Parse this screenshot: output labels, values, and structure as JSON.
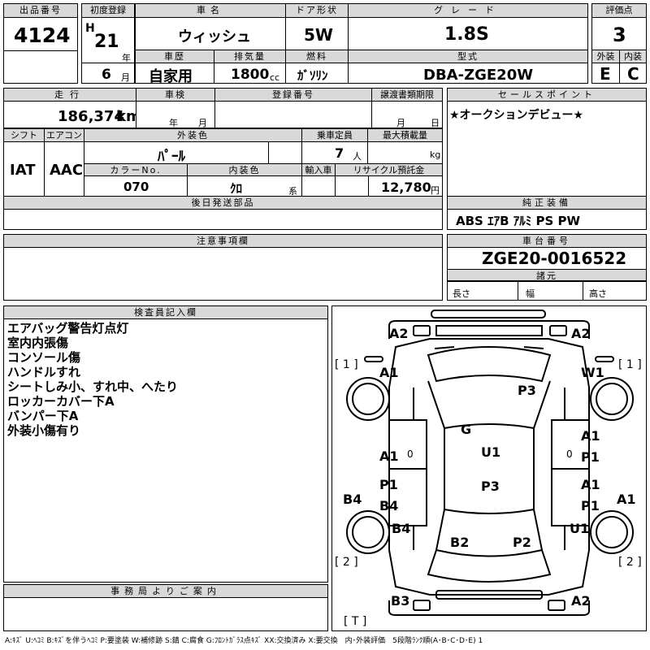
{
  "lot": {
    "label": "出品番号",
    "value": "4124"
  },
  "first_reg": {
    "label": "初度登録",
    "era": "H",
    "year": "21",
    "year_unit": "年",
    "month": "6",
    "month_unit": "月"
  },
  "car_name": {
    "label": "車名",
    "value": "ウィッシュ"
  },
  "door": {
    "label": "ドア形状",
    "value": "5W"
  },
  "grade": {
    "label": "グレード",
    "value": "1.8S"
  },
  "score": {
    "label": "評価点",
    "value": "3"
  },
  "history": {
    "label": "車歴",
    "value": "自家用"
  },
  "displacement": {
    "label": "排気量",
    "value": "1800",
    "unit": "cc"
  },
  "fuel": {
    "label": "燃料",
    "value": "ｶﾞｿﾘﾝ"
  },
  "model": {
    "label": "型式",
    "value": "DBA-ZGE20W"
  },
  "exterior_grade": {
    "label": "外装",
    "value": "E"
  },
  "interior_grade": {
    "label": "内装",
    "value": "C"
  },
  "mileage": {
    "label": "走行",
    "value": "186,374",
    "unit": "km"
  },
  "inspection": {
    "label": "車検",
    "year_unit": "年",
    "month_unit": "月"
  },
  "registration_no": {
    "label": "登録番号"
  },
  "transfer_deadline": {
    "label": "譲渡書類期限",
    "month_unit": "月",
    "day_unit": "日"
  },
  "sales_point": {
    "label": "セールスポイント",
    "value": "★オークションデビュー★"
  },
  "shift": {
    "label": "シフト",
    "value": "IAT"
  },
  "aircon": {
    "label": "エアコン",
    "value": "AAC"
  },
  "ext_color": {
    "label": "外装色",
    "value": "ﾊﾟｰﾙ"
  },
  "capacity": {
    "label": "乗車定員",
    "value": "7",
    "unit": "人"
  },
  "max_load": {
    "label": "最大積載量",
    "unit": "kg"
  },
  "color_no": {
    "label": "カラーNo.",
    "value": "070"
  },
  "int_color": {
    "label": "内装色",
    "value": "ｸﾛ",
    "unit": "系"
  },
  "import": {
    "label": "輸入車"
  },
  "recycle": {
    "label": "リサイクル預託金",
    "value": "12,780",
    "unit": "円"
  },
  "later_parts": {
    "label": "後日発送部品"
  },
  "equipment": {
    "label": "純正装備",
    "value": "ABS ｴｱB ｱﾙﾐ PS PW"
  },
  "notes": {
    "label": "注意事項欄"
  },
  "chassis": {
    "label": "車台番号",
    "value": "ZGE20-0016522"
  },
  "dims": {
    "label": "諸元",
    "length": "長さ",
    "width": "幅",
    "height": "高さ"
  },
  "inspector": {
    "label": "検査員記入欄",
    "remarks": [
      "エアバッグ警告灯点灯",
      "室内内張傷",
      "コンソール傷",
      "ハンドルすれ",
      "シートしみ小、すれ中、へたり",
      "ロッカーカバー下A",
      "バンパー下A",
      "外装小傷有り"
    ]
  },
  "office": {
    "label": "事務局よりご案内"
  },
  "legend": "A:ｷｽﾞ U:ﾍｺﾐ B:ｷｽﾞを伴うﾍｺﾐ P:要塗装 W:補修跡 S:錆 C:腐食 G:ﾌﾛﾝﾄｶﾞﾗｽ点ｷｽﾞ XX:交換済み X:要交換　内･外装評価　5段階ﾗﾝｸ順(A･B･C･D･E) 1",
  "diagram": {
    "tire_front_left": "[ 1 ]",
    "tire_front_right": "[ 1 ]",
    "tire_rear_left": "[ 2 ]",
    "tire_rear_right": "[ 2 ]",
    "trunk": "[ T ]",
    "marks": {
      "front_left": "A2",
      "front_right": "A2",
      "fender_left": "A1",
      "fender_right": "W1",
      "hood": "P3",
      "windshield": "G",
      "roof": "U1",
      "rear_roof": "P3",
      "door_fl": "A1",
      "door_fr_top": "A1",
      "door_fr": "P1",
      "door_rl_top": "P1",
      "door_rl": "B4",
      "door_rr_top": "A1",
      "door_rr": "P1",
      "rocker_left": "B4",
      "rocker_right": "A1",
      "quarter_left": "B4",
      "quarter_right": "U1",
      "rear_glass_left": "B2",
      "rear_glass_right": "P2",
      "rear_left": "B3",
      "rear_right": "A2",
      "ding_left": "0",
      "ding_right": "0"
    }
  }
}
